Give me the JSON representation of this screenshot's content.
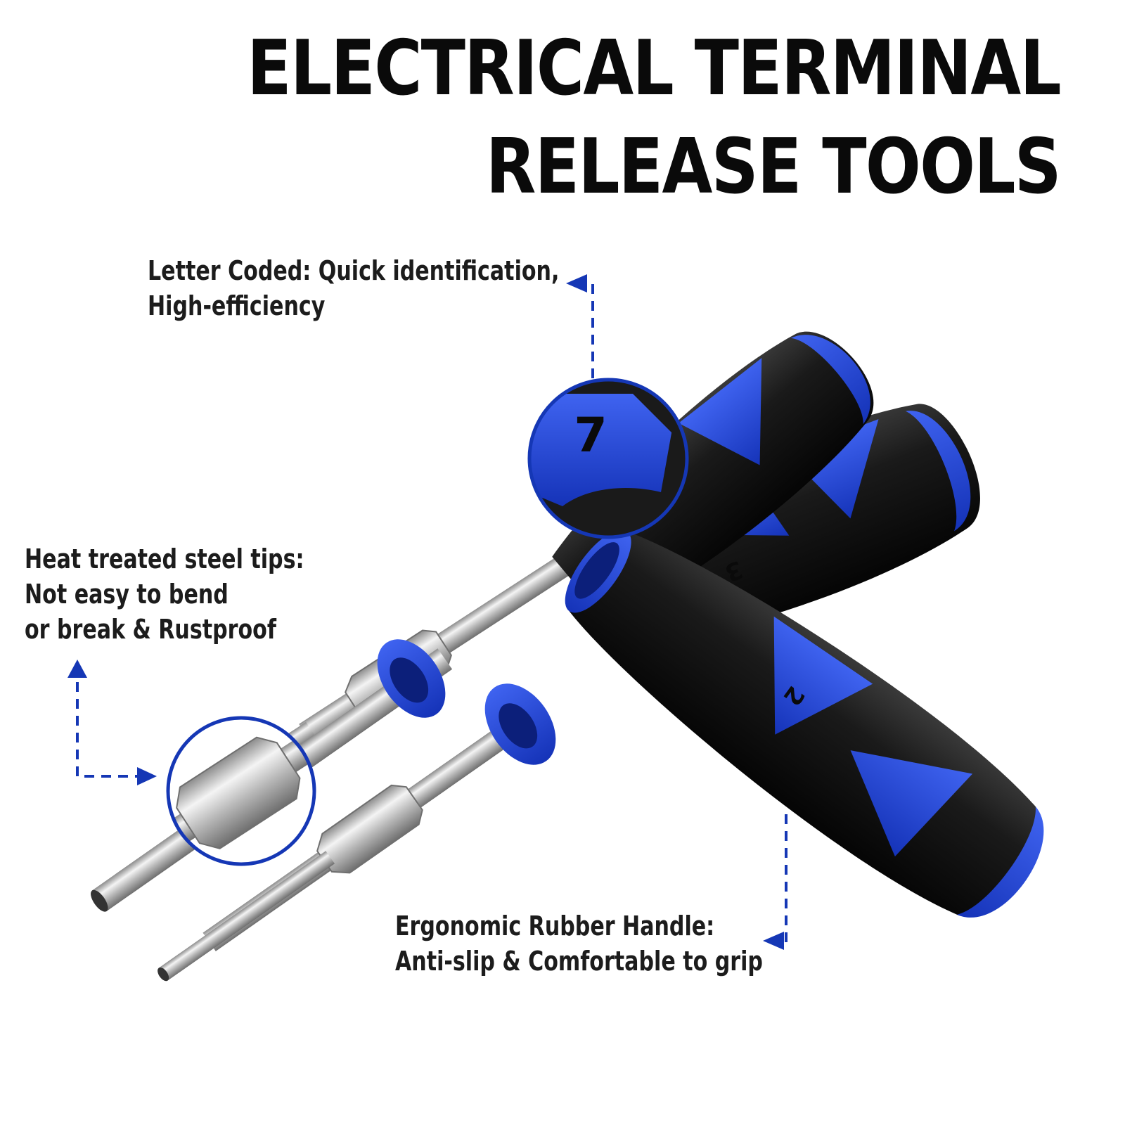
{
  "title": {
    "line1": "ELECTRICAL TERMINAL",
    "line2": "RELEASE TOOLS"
  },
  "callouts": {
    "letter_coded": {
      "line1": "Letter Coded: Quick identification,",
      "line2": "High-efficiency"
    },
    "steel_tips": {
      "line1": "Heat treated steel tips:",
      "line2": "Not easy to bend",
      "line3": "or break & Rustproof"
    },
    "handle": {
      "line1": "Ergonomic Rubber Handle:",
      "line2": "Anti-slip & Comfortable to grip"
    }
  },
  "handle_numbers": {
    "zoom": "7",
    "back_handle": "3",
    "front_handle": "2"
  },
  "colors": {
    "accent_blue": "#1f45d6",
    "arrow_blue": "#1537b5",
    "handle_black": "#141414",
    "steel": "#c9c9c9"
  },
  "icons": [
    "arrow-left-icon",
    "arrow-up-icon",
    "arrow-right-icon",
    "arrow-left-icon"
  ]
}
